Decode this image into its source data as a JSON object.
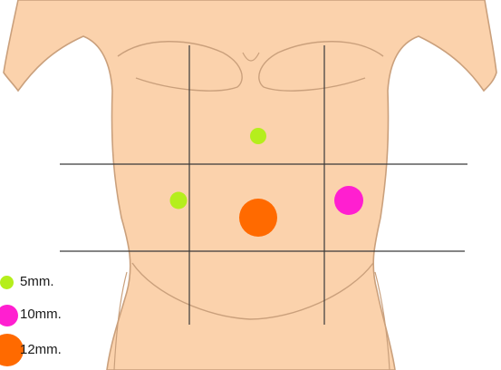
{
  "colors": {
    "skin": "#fbd2ac",
    "skin_outline": "#caa07c",
    "grid_line": "#3a3a3a",
    "background": "#ffffff",
    "port_5mm": "#b5ee1c",
    "port_10mm": "#ff1fd0",
    "port_12mm": "#ff6a00"
  },
  "ports": [
    {
      "size": "5mm",
      "location": "epigastric-midline"
    },
    {
      "size": "5mm",
      "location": "left-lumbar"
    },
    {
      "size": "12mm",
      "location": "umbilical"
    },
    {
      "size": "10mm",
      "location": "right-lumbar"
    }
  ],
  "legend": {
    "items": [
      {
        "label": "5mm.",
        "color": "#b5ee1c"
      },
      {
        "label": "10mm.",
        "color": "#ff1fd0"
      },
      {
        "label": "12mm.",
        "color": "#ff6a00"
      }
    ]
  }
}
